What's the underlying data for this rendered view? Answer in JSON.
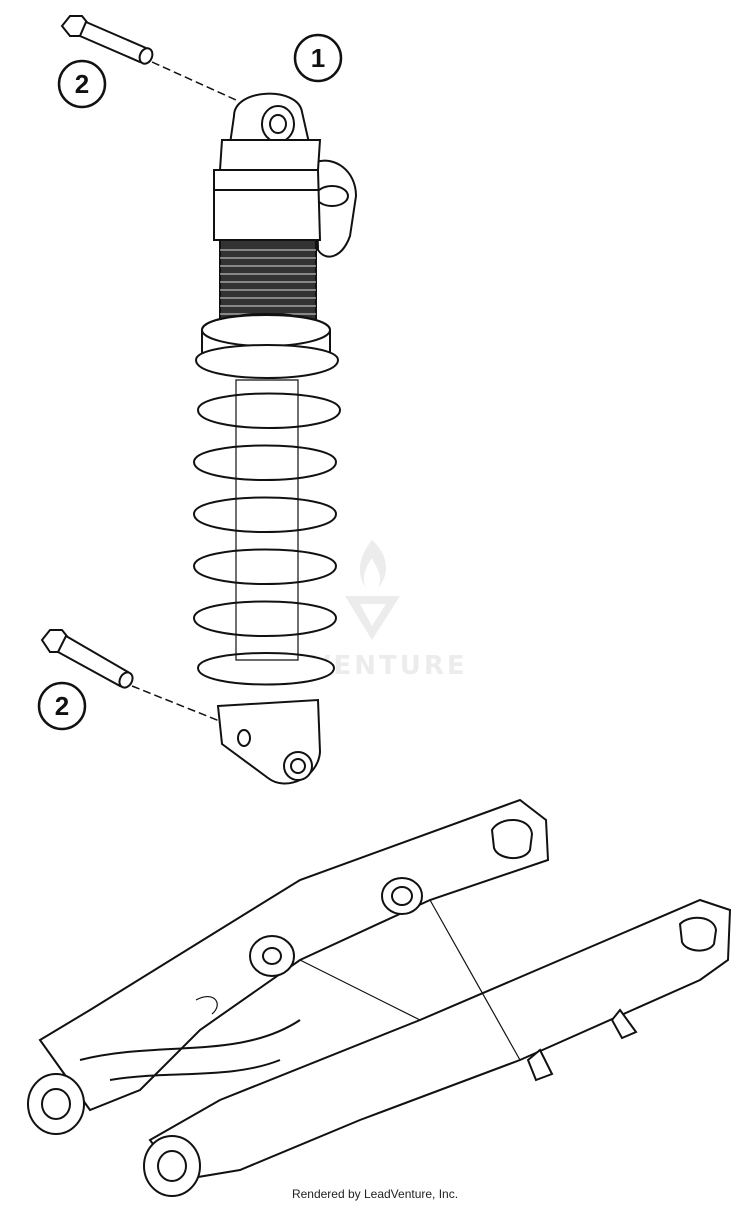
{
  "callouts": [
    {
      "id": "shock-absorber",
      "label": "1"
    },
    {
      "id": "upper-bolt",
      "label": "2"
    },
    {
      "id": "lower-bolt",
      "label": "2"
    }
  ],
  "watermark": {
    "text": "LEADVENTURE"
  },
  "footer": {
    "text": "Rendered by LeadVenture, Inc."
  }
}
